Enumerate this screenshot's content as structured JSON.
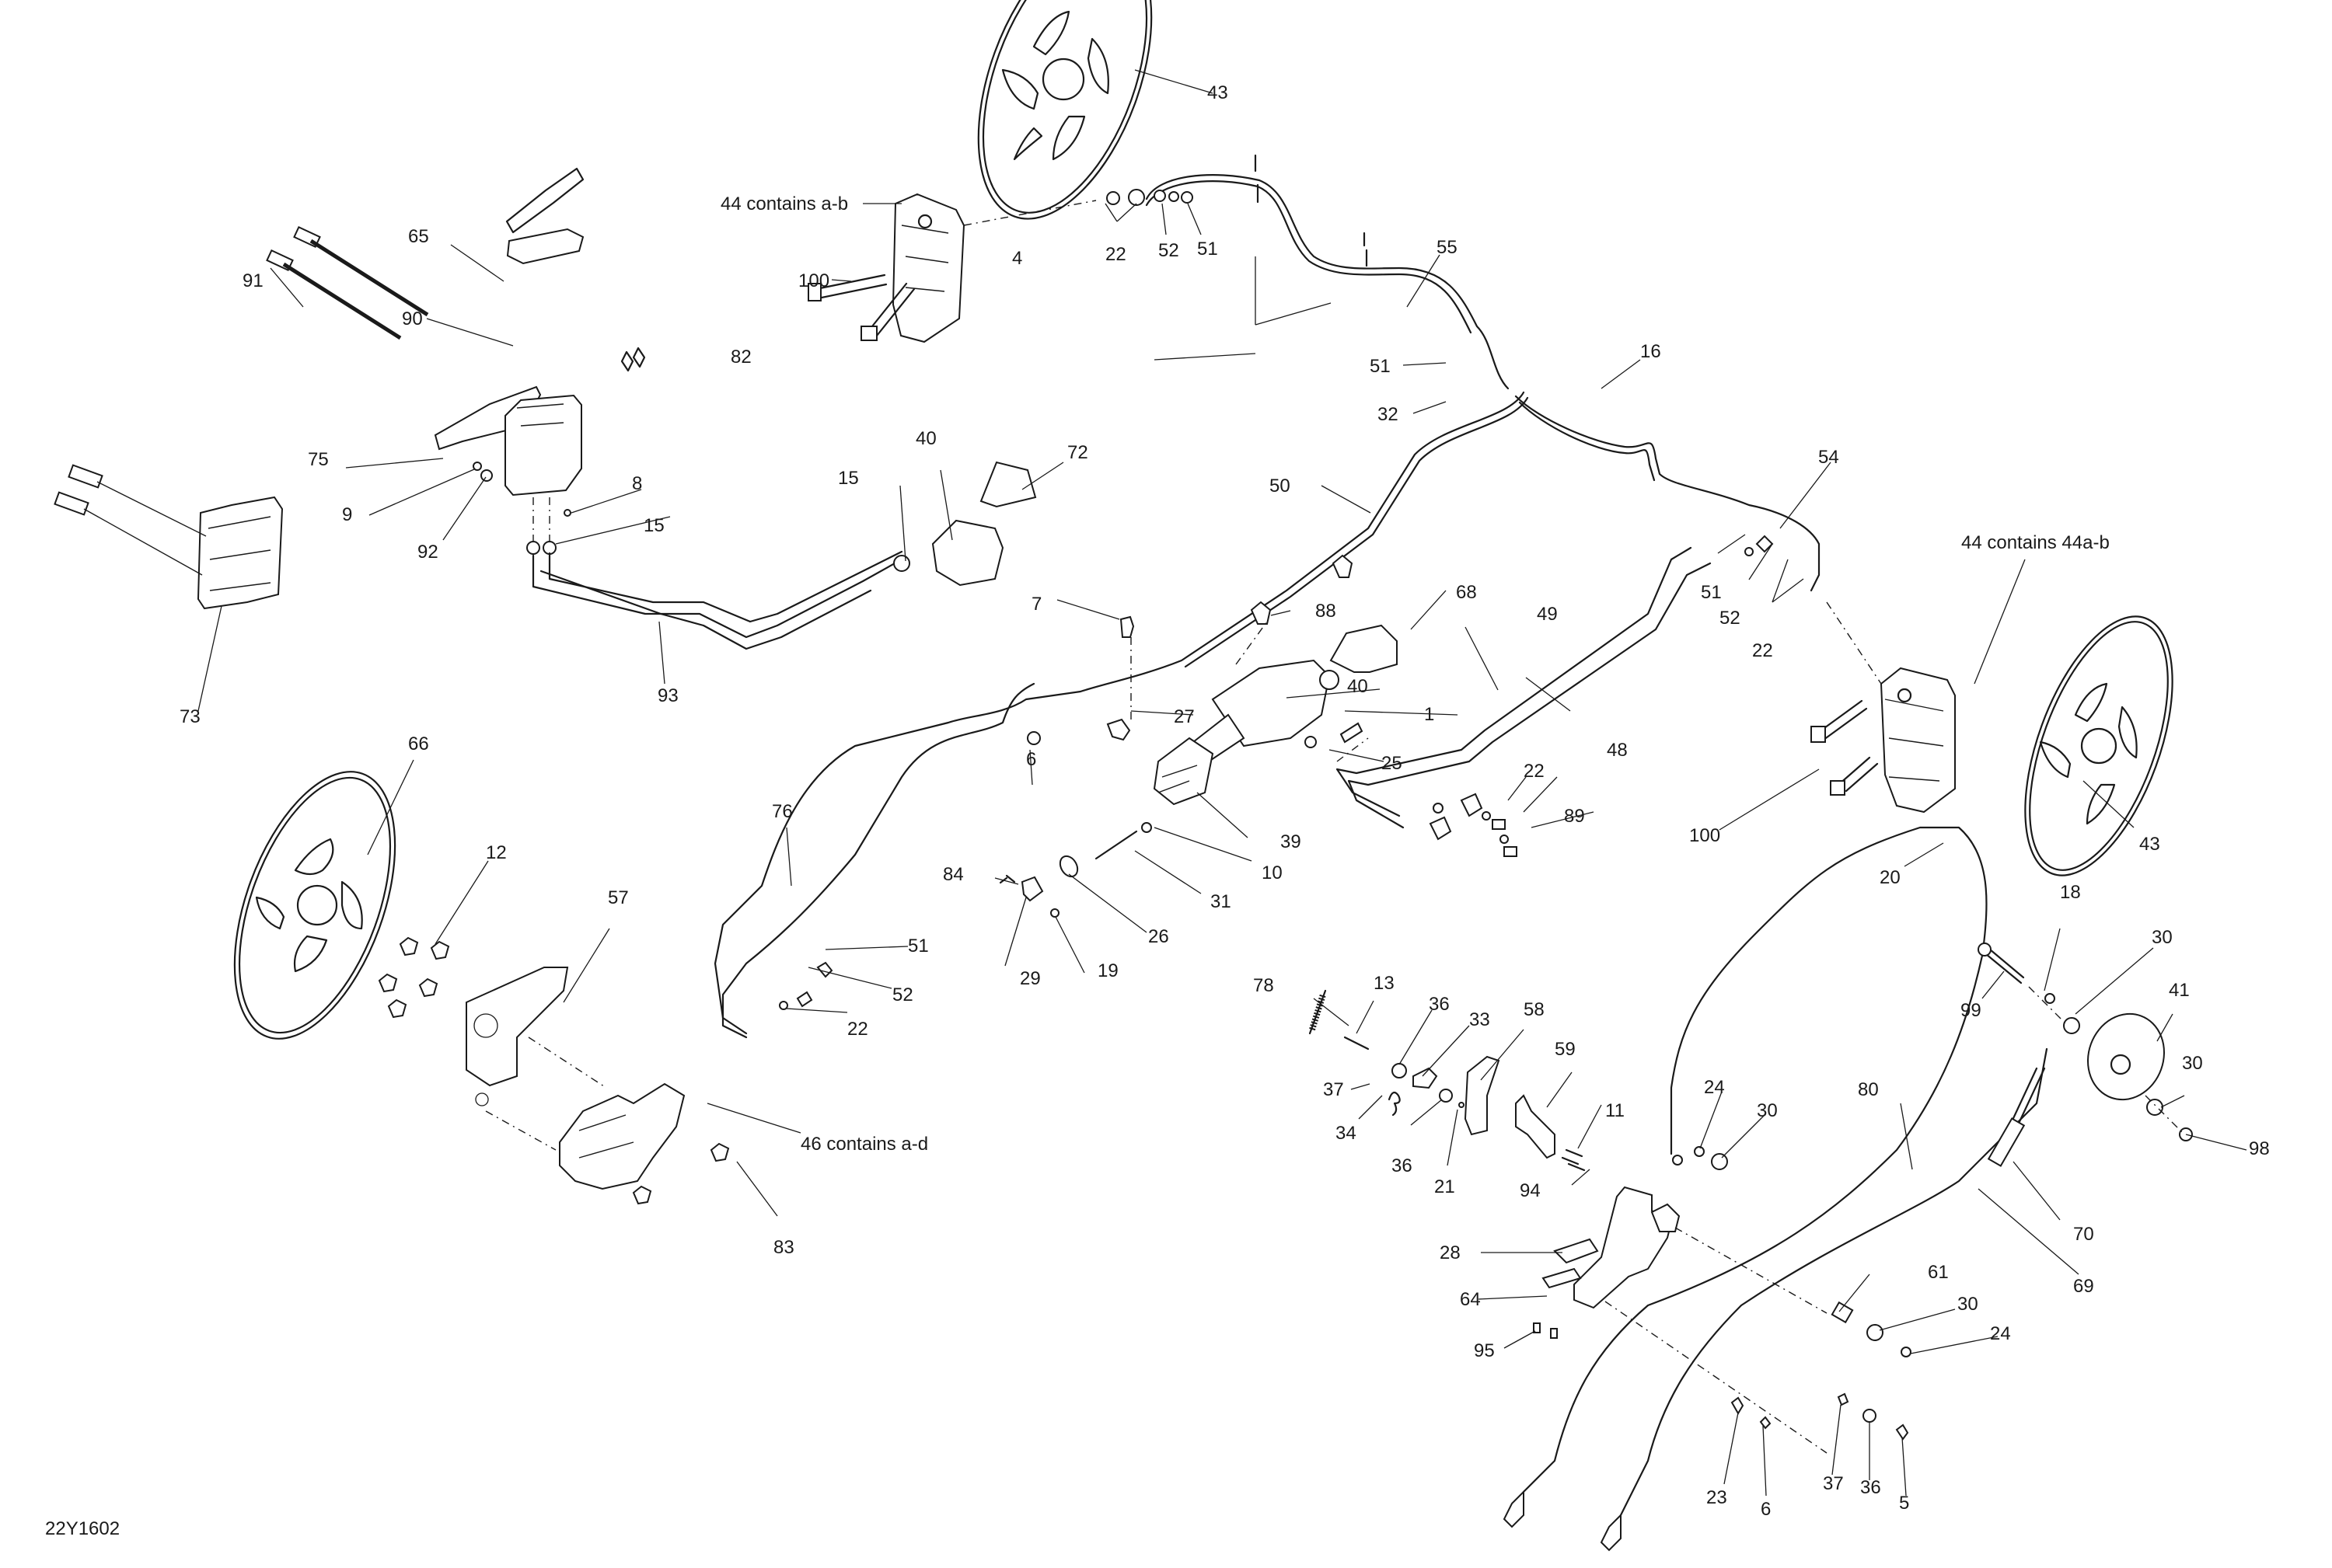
{
  "diagram": {
    "drawing_id": "22Y1602",
    "type": "exploded-parts-diagram",
    "subject": "brake system",
    "callouts": [
      {
        "id": "c43a",
        "text": "43"
      },
      {
        "id": "c44a",
        "text": "44 contains a-b"
      },
      {
        "id": "c100a",
        "text": "100"
      },
      {
        "id": "c22a",
        "text": "22"
      },
      {
        "id": "c52a",
        "text": "52"
      },
      {
        "id": "c51a",
        "text": "51"
      },
      {
        "id": "c55",
        "text": "55"
      },
      {
        "id": "c4",
        "text": "4"
      },
      {
        "id": "c51b",
        "text": "51"
      },
      {
        "id": "c32",
        "text": "32"
      },
      {
        "id": "c16",
        "text": "16"
      },
      {
        "id": "c65",
        "text": "65"
      },
      {
        "id": "c91",
        "text": "91"
      },
      {
        "id": "c90",
        "text": "90"
      },
      {
        "id": "c82",
        "text": "82"
      },
      {
        "id": "c75",
        "text": "75"
      },
      {
        "id": "c9",
        "text": "9"
      },
      {
        "id": "c92",
        "text": "92"
      },
      {
        "id": "c8",
        "text": "8"
      },
      {
        "id": "c15a",
        "text": "15"
      },
      {
        "id": "c73",
        "text": "73"
      },
      {
        "id": "c93",
        "text": "93"
      },
      {
        "id": "c15b",
        "text": "15"
      },
      {
        "id": "c40a",
        "text": "40"
      },
      {
        "id": "c72",
        "text": "72"
      },
      {
        "id": "c50",
        "text": "50"
      },
      {
        "id": "c54",
        "text": "54"
      },
      {
        "id": "c44b",
        "text": "44 contains 44a-b"
      },
      {
        "id": "c51c",
        "text": "51"
      },
      {
        "id": "c52b",
        "text": "52"
      },
      {
        "id": "c22b",
        "text": "22"
      },
      {
        "id": "c7",
        "text": "7"
      },
      {
        "id": "c88",
        "text": "88"
      },
      {
        "id": "c68",
        "text": "68"
      },
      {
        "id": "c49",
        "text": "49"
      },
      {
        "id": "c48",
        "text": "48"
      },
      {
        "id": "c40b",
        "text": "40"
      },
      {
        "id": "c1",
        "text": "1"
      },
      {
        "id": "c27",
        "text": "27"
      },
      {
        "id": "c25",
        "text": "25"
      },
      {
        "id": "c6a",
        "text": "6"
      },
      {
        "id": "c22c",
        "text": "22"
      },
      {
        "id": "c89",
        "text": "89"
      },
      {
        "id": "c100b",
        "text": "100"
      },
      {
        "id": "c43b",
        "text": "43"
      },
      {
        "id": "c66",
        "text": "66"
      },
      {
        "id": "c12",
        "text": "12"
      },
      {
        "id": "c76",
        "text": "76"
      },
      {
        "id": "c39",
        "text": "39"
      },
      {
        "id": "c10",
        "text": "10"
      },
      {
        "id": "c84",
        "text": "84"
      },
      {
        "id": "c31",
        "text": "31"
      },
      {
        "id": "c26",
        "text": "26"
      },
      {
        "id": "c29",
        "text": "29"
      },
      {
        "id": "c19",
        "text": "19"
      },
      {
        "id": "c51d",
        "text": "51"
      },
      {
        "id": "c52c",
        "text": "52"
      },
      {
        "id": "c22d",
        "text": "22"
      },
      {
        "id": "c57",
        "text": "57"
      },
      {
        "id": "c46",
        "text": "46 contains a-d"
      },
      {
        "id": "c83",
        "text": "83"
      },
      {
        "id": "c20",
        "text": "20"
      },
      {
        "id": "c18",
        "text": "18"
      },
      {
        "id": "c30a",
        "text": "30"
      },
      {
        "id": "c99",
        "text": "99"
      },
      {
        "id": "c41",
        "text": "41"
      },
      {
        "id": "c30b",
        "text": "30"
      },
      {
        "id": "c98",
        "text": "98"
      },
      {
        "id": "c78",
        "text": "78"
      },
      {
        "id": "c13",
        "text": "13"
      },
      {
        "id": "c36a",
        "text": "36"
      },
      {
        "id": "c33",
        "text": "33"
      },
      {
        "id": "c58",
        "text": "58"
      },
      {
        "id": "c59",
        "text": "59"
      },
      {
        "id": "c37a",
        "text": "37"
      },
      {
        "id": "c34",
        "text": "34"
      },
      {
        "id": "c36b",
        "text": "36"
      },
      {
        "id": "c21",
        "text": "21"
      },
      {
        "id": "c11",
        "text": "11"
      },
      {
        "id": "c94",
        "text": "94"
      },
      {
        "id": "c24a",
        "text": "24"
      },
      {
        "id": "c30c",
        "text": "30"
      },
      {
        "id": "c80",
        "text": "80"
      },
      {
        "id": "c70",
        "text": "70"
      },
      {
        "id": "c69",
        "text": "69"
      },
      {
        "id": "c28",
        "text": "28"
      },
      {
        "id": "c64",
        "text": "64"
      },
      {
        "id": "c95",
        "text": "95"
      },
      {
        "id": "c61",
        "text": "61"
      },
      {
        "id": "c30d",
        "text": "30"
      },
      {
        "id": "c24b",
        "text": "24"
      },
      {
        "id": "c23",
        "text": "23"
      },
      {
        "id": "c6b",
        "text": "6"
      },
      {
        "id": "c37b",
        "text": "37"
      },
      {
        "id": "c36c",
        "text": "36"
      },
      {
        "id": "c5",
        "text": "5"
      }
    ]
  }
}
